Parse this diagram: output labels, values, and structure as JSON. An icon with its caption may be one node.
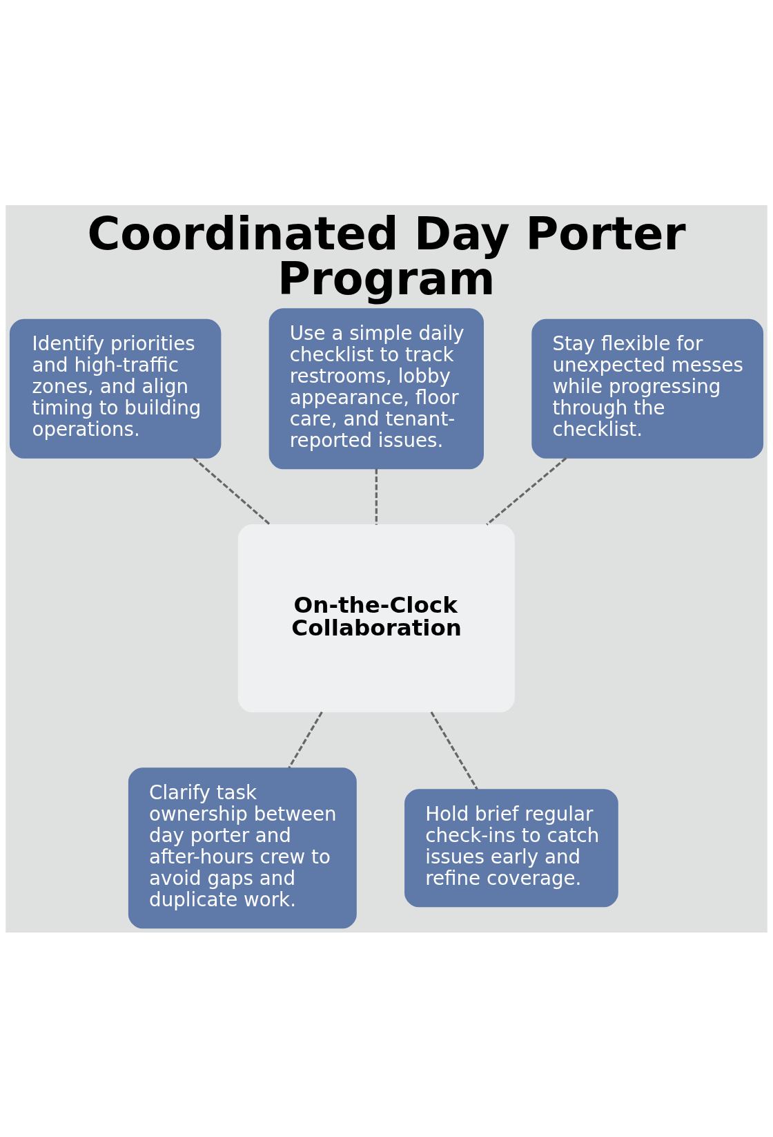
{
  "diagram": {
    "title": "Coordinated Day Porter Program",
    "nodes": [
      {
        "text": [
          "Identify priorities and high-traffic zones, and align timing to building operations."
        ]
      },
      {
        "text": [
          "Use a simple daily checklist to track restrooms, lobby appearance, floor care, and tenant-reported issues."
        ]
      },
      {
        "text": [
          "Stay flexible for unexpected messes while progressing through the checklist."
        ]
      },
      {
        "text": [
          "On-the-Clock Collaboration"
        ]
      },
      {
        "text": [
          "Clarify task ownership between day porter and after-hours crew to avoid gaps and duplicate work."
        ]
      },
      {
        "text": [
          "Hold brief regular check-ins to catch issues early and refine coverage."
        ]
      }
    ],
    "edges": [
      {
        "from": 0,
        "to": 3,
        "arrow": "none",
        "style": "dashed"
      },
      {
        "from": 1,
        "to": 3,
        "arrow": "none",
        "style": "dashed"
      },
      {
        "from": 2,
        "to": 3,
        "arrow": "none",
        "style": "dashed"
      },
      {
        "from": 3,
        "to": 4,
        "arrow": "none",
        "style": "dashed"
      },
      {
        "from": 3,
        "to": 5,
        "arrow": "none",
        "style": "dashed"
      }
    ]
  }
}
